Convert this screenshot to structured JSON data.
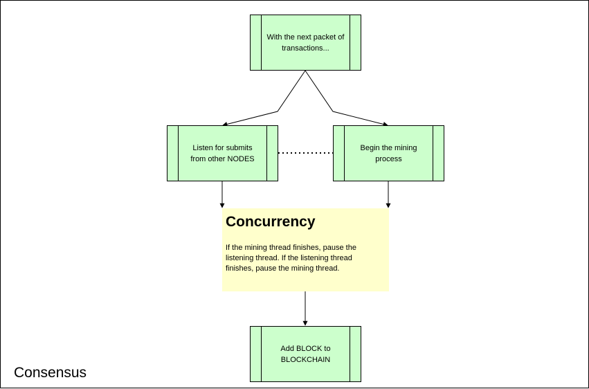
{
  "diagram": {
    "nodes": {
      "start": "With the next packet of transactions...",
      "listen": "Listen for submits\nfrom other NODES",
      "mine": "Begin the mining\nprocess",
      "add_block": "Add BLOCK to\nBLOCKCHAIN"
    },
    "note": {
      "title": "Concurrency",
      "body": "If the mining thread finishes, pause the\nlistening thread.  If the listening thread\nfinishes, pause the mining thread."
    },
    "caption": "Consensus"
  },
  "colors": {
    "process_fill": "#ccffcc",
    "note_fill": "#ffffcc",
    "line": "#000000"
  }
}
